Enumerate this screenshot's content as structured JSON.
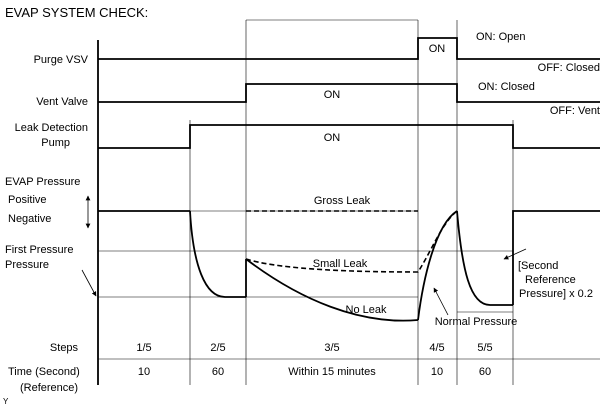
{
  "title": "EVAP SYSTEM CHECK:",
  "signals": {
    "purge_vsv": {
      "label": "Purge VSV",
      "on_label": "ON",
      "note_on": "ON: Open",
      "note_off": "OFF: Closed"
    },
    "vent_valve": {
      "label": "Vent Valve",
      "on_label": "ON",
      "note_on": "ON: Closed",
      "note_off": "OFF: Vent"
    },
    "leak_pump": {
      "label_line1": "Leak Detection",
      "label_line2": "Pump",
      "on_label": "ON"
    }
  },
  "pressure": {
    "title": "EVAP Pressure",
    "positive": "Positive",
    "negative": "Negative",
    "first_line1": "First Pressure",
    "first_line2": "Pressure",
    "gross_leak": "Gross Leak",
    "small_leak": "Small Leak",
    "no_leak": "No Leak",
    "normal_pressure": "Normal Pressure",
    "second_ref_line1": "[Second",
    "second_ref_line2": "Reference",
    "second_ref_line3": "Pressure] x 0.2"
  },
  "steps": {
    "label": "Steps",
    "values": [
      "1/5",
      "2/5",
      "3/5",
      "4/5",
      "5/5"
    ]
  },
  "time": {
    "label": "Time (Second)",
    "reference": "(Reference)",
    "values": [
      "10",
      "60",
      "Within 15 minutes",
      "10",
      "60"
    ]
  },
  "corner_mark": "Y"
}
